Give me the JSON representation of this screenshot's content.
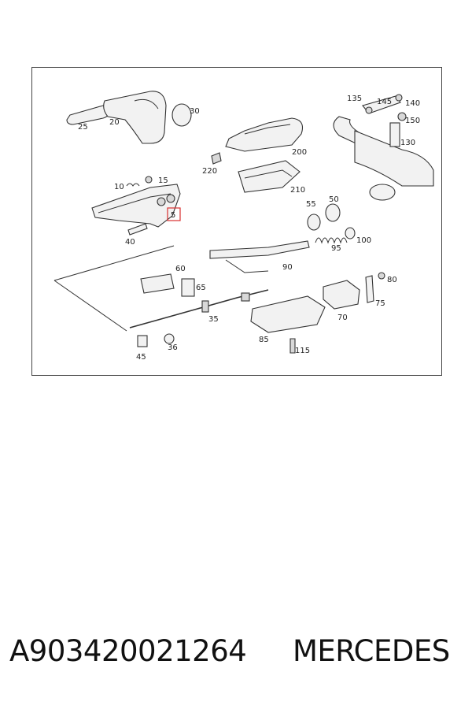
{
  "diagram": {
    "callouts": [
      "25",
      "20",
      "30",
      "135",
      "145",
      "140",
      "150",
      "130",
      "200",
      "220",
      "210",
      "10",
      "15",
      "5",
      "40",
      "55",
      "50",
      "100",
      "95",
      "90",
      "60",
      "65",
      "80",
      "75",
      "70",
      "35",
      "85",
      "115",
      "45",
      "36"
    ],
    "highlighted_callout": "5",
    "highlight_color": "#d93030"
  },
  "footer": {
    "part_number": "A903420021264",
    "brand": "MERCEDES"
  }
}
